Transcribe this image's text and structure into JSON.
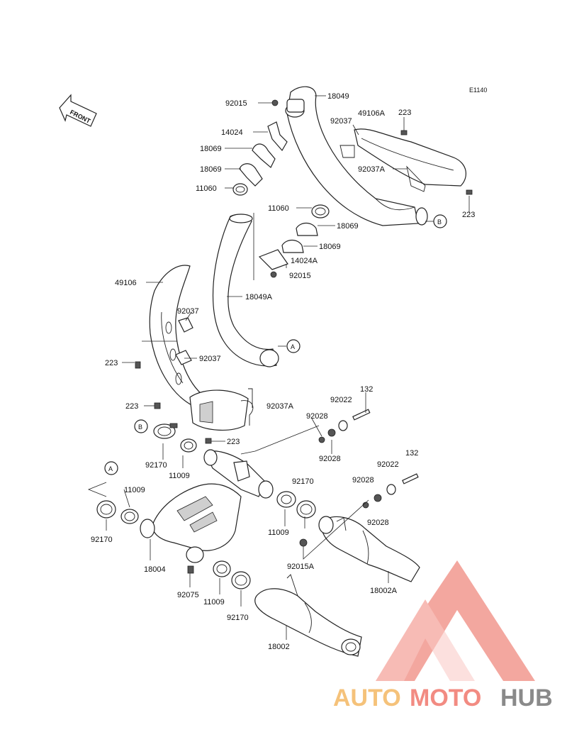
{
  "diagram_ref": "E1140",
  "front_label": "FRONT",
  "callouts": {
    "A": "A",
    "B": "B"
  },
  "parts": [
    {
      "key": "p18049",
      "label": "18049"
    },
    {
      "key": "p92015a",
      "label": "92015"
    },
    {
      "key": "p14024",
      "label": "14024"
    },
    {
      "key": "p18069a",
      "label": "18069"
    },
    {
      "key": "p18069b",
      "label": "18069"
    },
    {
      "key": "p11060a",
      "label": "11060"
    },
    {
      "key": "p49106A",
      "label": "49106A"
    },
    {
      "key": "p223a",
      "label": "223"
    },
    {
      "key": "p92037a",
      "label": "92037"
    },
    {
      "key": "p92037A_top",
      "label": "92037A"
    },
    {
      "key": "p223b",
      "label": "223"
    },
    {
      "key": "p11060b",
      "label": "11060"
    },
    {
      "key": "p18069c",
      "label": "18069"
    },
    {
      "key": "p18069d",
      "label": "18069"
    },
    {
      "key": "p14024A",
      "label": "14024A"
    },
    {
      "key": "p92015b",
      "label": "92015"
    },
    {
      "key": "p49106",
      "label": "49106"
    },
    {
      "key": "p18049A",
      "label": "18049A"
    },
    {
      "key": "p92037b",
      "label": "92037"
    },
    {
      "key": "p223c",
      "label": "223"
    },
    {
      "key": "p92037c",
      "label": "92037"
    },
    {
      "key": "p223d",
      "label": "223"
    },
    {
      "key": "p92037A_mid",
      "label": "92037A"
    },
    {
      "key": "p92022a",
      "label": "92022"
    },
    {
      "key": "p132a",
      "label": "132"
    },
    {
      "key": "p92028a",
      "label": "92028"
    },
    {
      "key": "p223e",
      "label": "223"
    },
    {
      "key": "p92028b",
      "label": "92028"
    },
    {
      "key": "p92170a",
      "label": "92170"
    },
    {
      "key": "p11009a",
      "label": "11009"
    },
    {
      "key": "p132b",
      "label": "132"
    },
    {
      "key": "p92022b",
      "label": "92022"
    },
    {
      "key": "p11009b",
      "label": "11009"
    },
    {
      "key": "p92170b",
      "label": "92170"
    },
    {
      "key": "p92028c",
      "label": "92028"
    },
    {
      "key": "p92028d",
      "label": "92028"
    },
    {
      "key": "p92170c",
      "label": "92170"
    },
    {
      "key": "p11009c",
      "label": "11009"
    },
    {
      "key": "p92015A",
      "label": "92015A"
    },
    {
      "key": "p18004",
      "label": "18004"
    },
    {
      "key": "p18002A",
      "label": "18002A"
    },
    {
      "key": "p92075",
      "label": "92075"
    },
    {
      "key": "p11009d",
      "label": "11009"
    },
    {
      "key": "p92170d",
      "label": "92170"
    },
    {
      "key": "p18002",
      "label": "18002"
    }
  ],
  "watermark": {
    "part1": "AUTO",
    "part2": "MOTO",
    "part3": "HUB",
    "colors": {
      "auto": "#f5c27a",
      "moto": "#f28b82",
      "hub": "#8a8a8a",
      "triangle": "#f08a80"
    }
  }
}
